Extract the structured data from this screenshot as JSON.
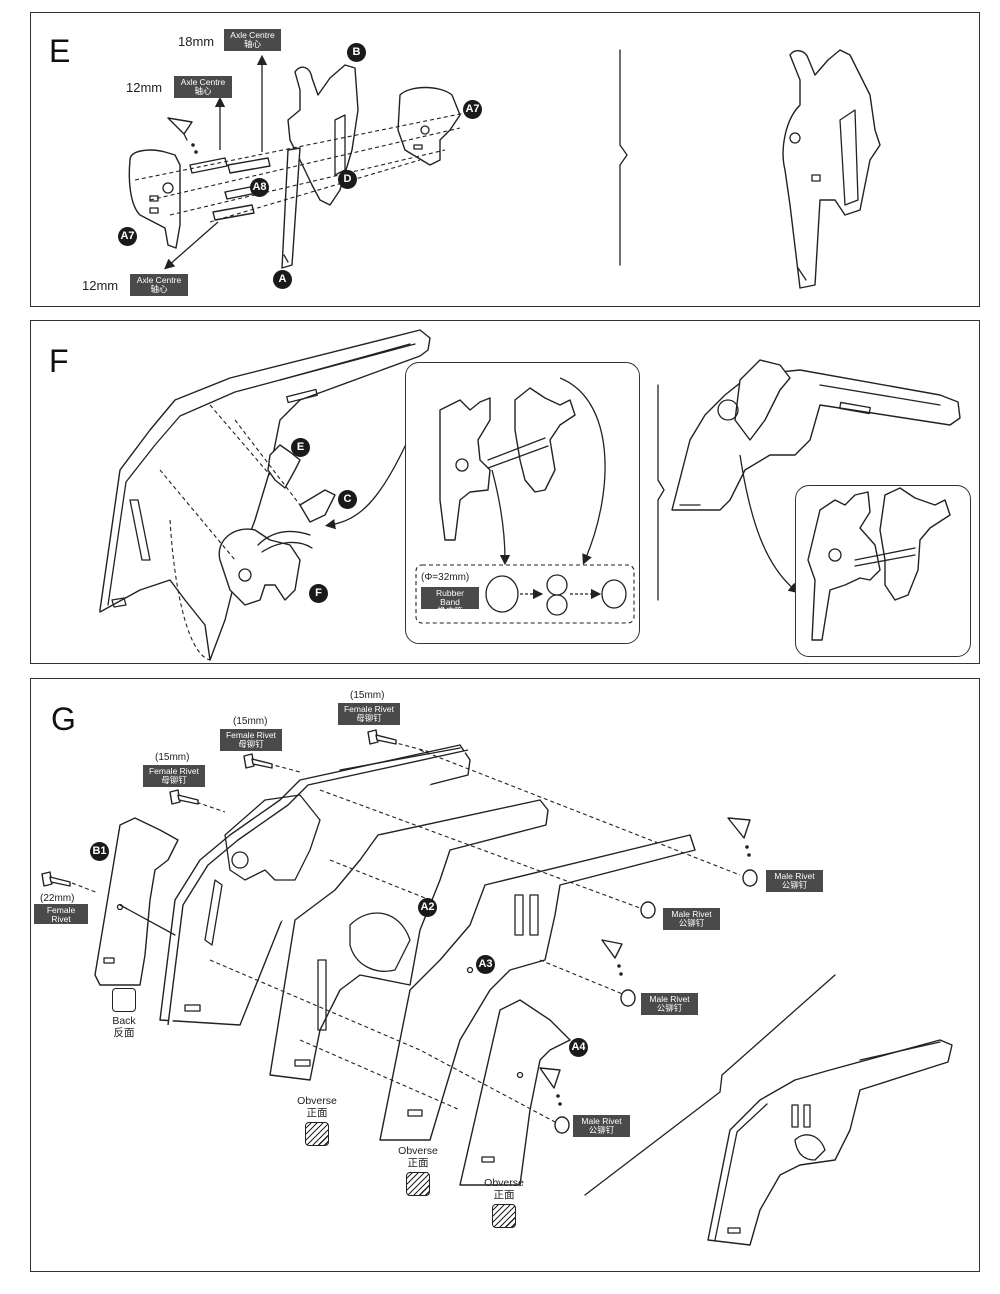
{
  "panels": {
    "E": {
      "letter": "E",
      "labels": {
        "len_18": "18mm",
        "len_12_top": "12mm",
        "len_12_bottom": "12mm",
        "axle_en": "Axle Centre",
        "axle_cn": "轴心"
      },
      "badges": [
        "B",
        "A7",
        "D",
        "A8",
        "A7",
        "A"
      ]
    },
    "F": {
      "letter": "F",
      "badges": [
        "E",
        "C",
        "F"
      ],
      "rubber": {
        "diameter": "(Φ=32mm)",
        "name_en": "Rubber Band",
        "name_cn": "橡皮筋"
      }
    },
    "G": {
      "letter": "G",
      "rivets": {
        "len_15": "(15mm)",
        "len_22": "(22mm)",
        "female_en": "Female Rivet",
        "female_cn": "母铆钉",
        "male_en": "Male Rivet",
        "male_cn": "公铆钉"
      },
      "badges": [
        "B1",
        "A2",
        "A3",
        "A4"
      ],
      "sides": {
        "back_en": "Back",
        "back_cn": "反面",
        "obverse_en": "Obverse",
        "obverse_cn": "正面"
      }
    }
  }
}
